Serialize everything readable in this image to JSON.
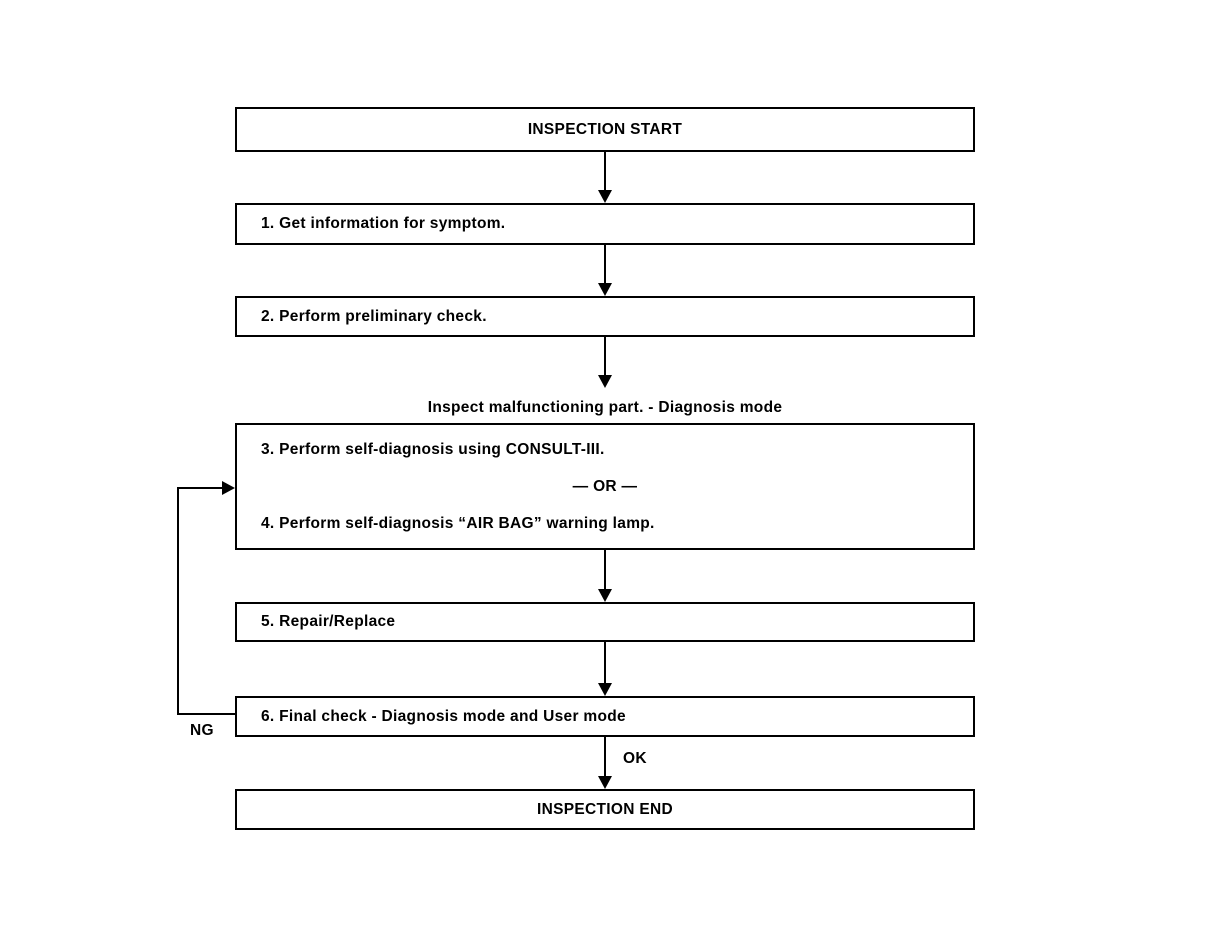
{
  "flowchart": {
    "start_label": "INSPECTION START",
    "step1": "1. Get information for symptom.",
    "step2": "2. Perform preliminary check.",
    "diagnosis_section_label": "Inspect malfunctioning part. - Diagnosis mode",
    "step3": "3. Perform self-diagnosis using CONSULT-III.",
    "or_separator": "— OR —",
    "step4": "4. Perform self-diagnosis “AIR BAG” warning lamp.",
    "step5": "5. Repair/Replace",
    "step6": "6. Final check - Diagnosis mode and User mode",
    "ng_label": "NG",
    "ok_label": "OK",
    "end_label": "INSPECTION END",
    "colors": {
      "line": "#000000",
      "background": "#ffffff"
    }
  }
}
